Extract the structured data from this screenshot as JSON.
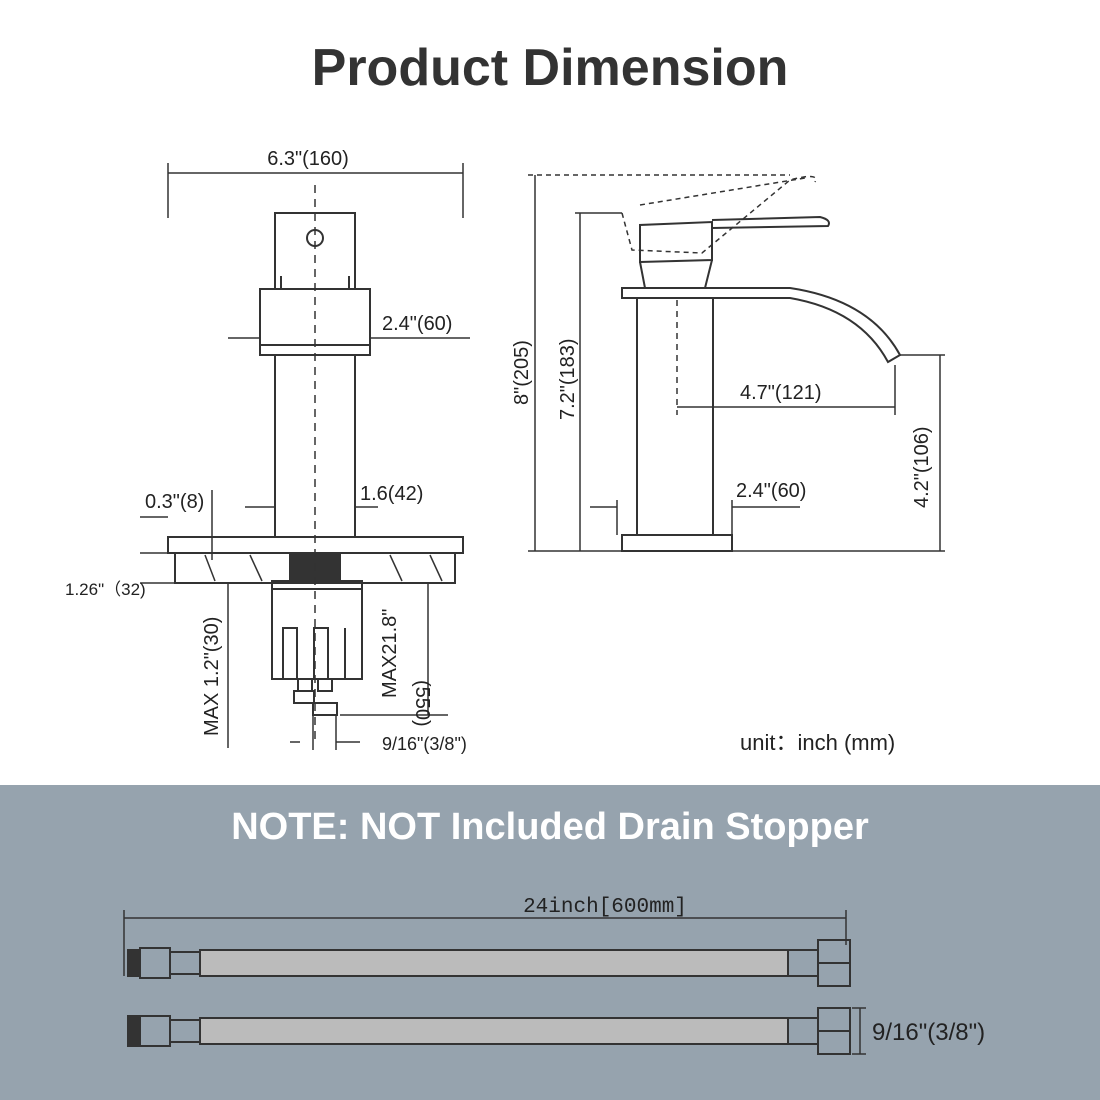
{
  "title": "Product Dimension",
  "unit_label": "unit：inch (mm)",
  "front_view": {
    "width": "6.3\"(160)",
    "body_width": "2.4\"(60)",
    "shank": "1.6(42)",
    "deck": "0.3\"(8)",
    "deck_thickness": "1.26\"（32)",
    "max_deck": "MAX 1.2\"(30)",
    "max_hose_a": "MAX21.8\"",
    "max_hose_b": "(550)",
    "connector": "9/16\"(3/8\")"
  },
  "side_view": {
    "total_height": "8\"(205)",
    "body_height": "7.2\"(183)",
    "reach": "4.7\"(121)",
    "spout_height": "4.2\"(106)",
    "base_width": "2.4\"(60)"
  },
  "note": "NOTE: NOT Included Drain Stopper",
  "hose": {
    "length": "24inch[600mm]",
    "nut": "9/16\"(3/8\")"
  },
  "colors": {
    "band": "#96a3ae",
    "title": "#333333",
    "line": "#333333"
  }
}
